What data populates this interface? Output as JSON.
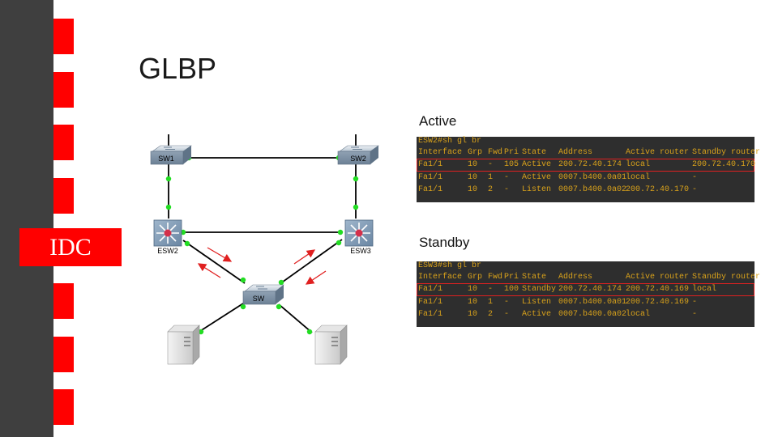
{
  "slide": {
    "title": "GLBP",
    "logo_text": "IDC"
  },
  "diagram": {
    "devices": {
      "sw1": "SW1",
      "sw2": "SW2",
      "esw2": "ESW2",
      "esw3": "ESW3",
      "sw": "SW"
    }
  },
  "active": {
    "label": "Active",
    "command": "ESW2#sh gl br",
    "headers": [
      "Interface",
      "Grp",
      "Fwd",
      "Pri",
      "State",
      "Address",
      "Active router",
      "Standby router"
    ],
    "rows": [
      [
        "Fa1/1",
        "10",
        "-",
        "105",
        "Active",
        "200.72.40.174",
        "local",
        "200.72.40.170"
      ],
      [
        "Fa1/1",
        "10",
        "1",
        "-",
        "Active",
        "0007.b400.0a01",
        "local",
        "-"
      ],
      [
        "Fa1/1",
        "10",
        "2",
        "-",
        "Listen",
        "0007.b400.0a02",
        "200.72.40.170",
        "-"
      ]
    ]
  },
  "standby": {
    "label": "Standby",
    "command": "ESW3#sh gl br",
    "headers": [
      "Interface",
      "Grp",
      "Fwd",
      "Pri",
      "State",
      "Address",
      "Active router",
      "Standby router"
    ],
    "rows": [
      [
        "Fa1/1",
        "10",
        "-",
        "100",
        "Standby",
        "200.72.40.174",
        "200.72.40.169",
        "local"
      ],
      [
        "Fa1/1",
        "10",
        "1",
        "-",
        "Listen",
        "0007.b400.0a01",
        "200.72.40.169",
        "-"
      ],
      [
        "Fa1/1",
        "10",
        "2",
        "-",
        "Active",
        "0007.b400.0a02",
        "local",
        "-"
      ]
    ]
  },
  "colors": {
    "accent_red": "#ff0000",
    "sidebar": "#3f3f3f",
    "console_bg": "#2e2e2e",
    "console_text": "#d9a21b",
    "link_dot": "#22dd22"
  }
}
